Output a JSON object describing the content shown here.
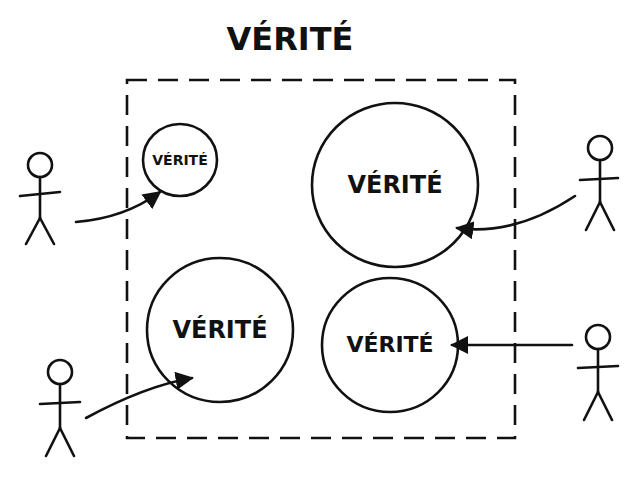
{
  "diagram": {
    "nodes": [
      {
        "text": [
          "VÉRITÉ"
        ]
      },
      {
        "text": [
          "VÉRITÉ"
        ],
        "in": 0
      },
      {
        "text": [
          "VÉRITÉ"
        ],
        "in": 0
      },
      {
        "text": [
          "VÉRITÉ"
        ],
        "in": 0
      },
      {
        "text": [
          "VÉRITÉ"
        ],
        "in": 0
      }
    ]
  }
}
